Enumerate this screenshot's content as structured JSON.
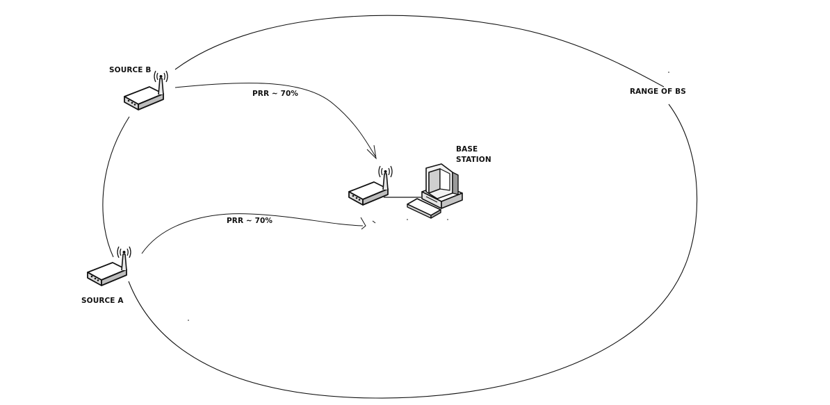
{
  "labels": {
    "source_b": "SOURCE B",
    "source_a": "SOURCE A",
    "base_station_line1": "BASE",
    "base_station_line2": "STATION",
    "range": "RANGE OF BS",
    "prr_b": "PRR ~ 70%",
    "prr_a": "PRR ~ 70%"
  },
  "icons": {
    "source_b_node": "wireless-router-icon",
    "source_a_node": "wireless-router-icon",
    "bs_node": "wireless-router-icon",
    "bs_computer": "desktop-computer-icon",
    "bs_keyboard": "keyboard-icon"
  },
  "colors": {
    "stroke": "#111111",
    "background": "#ffffff"
  }
}
